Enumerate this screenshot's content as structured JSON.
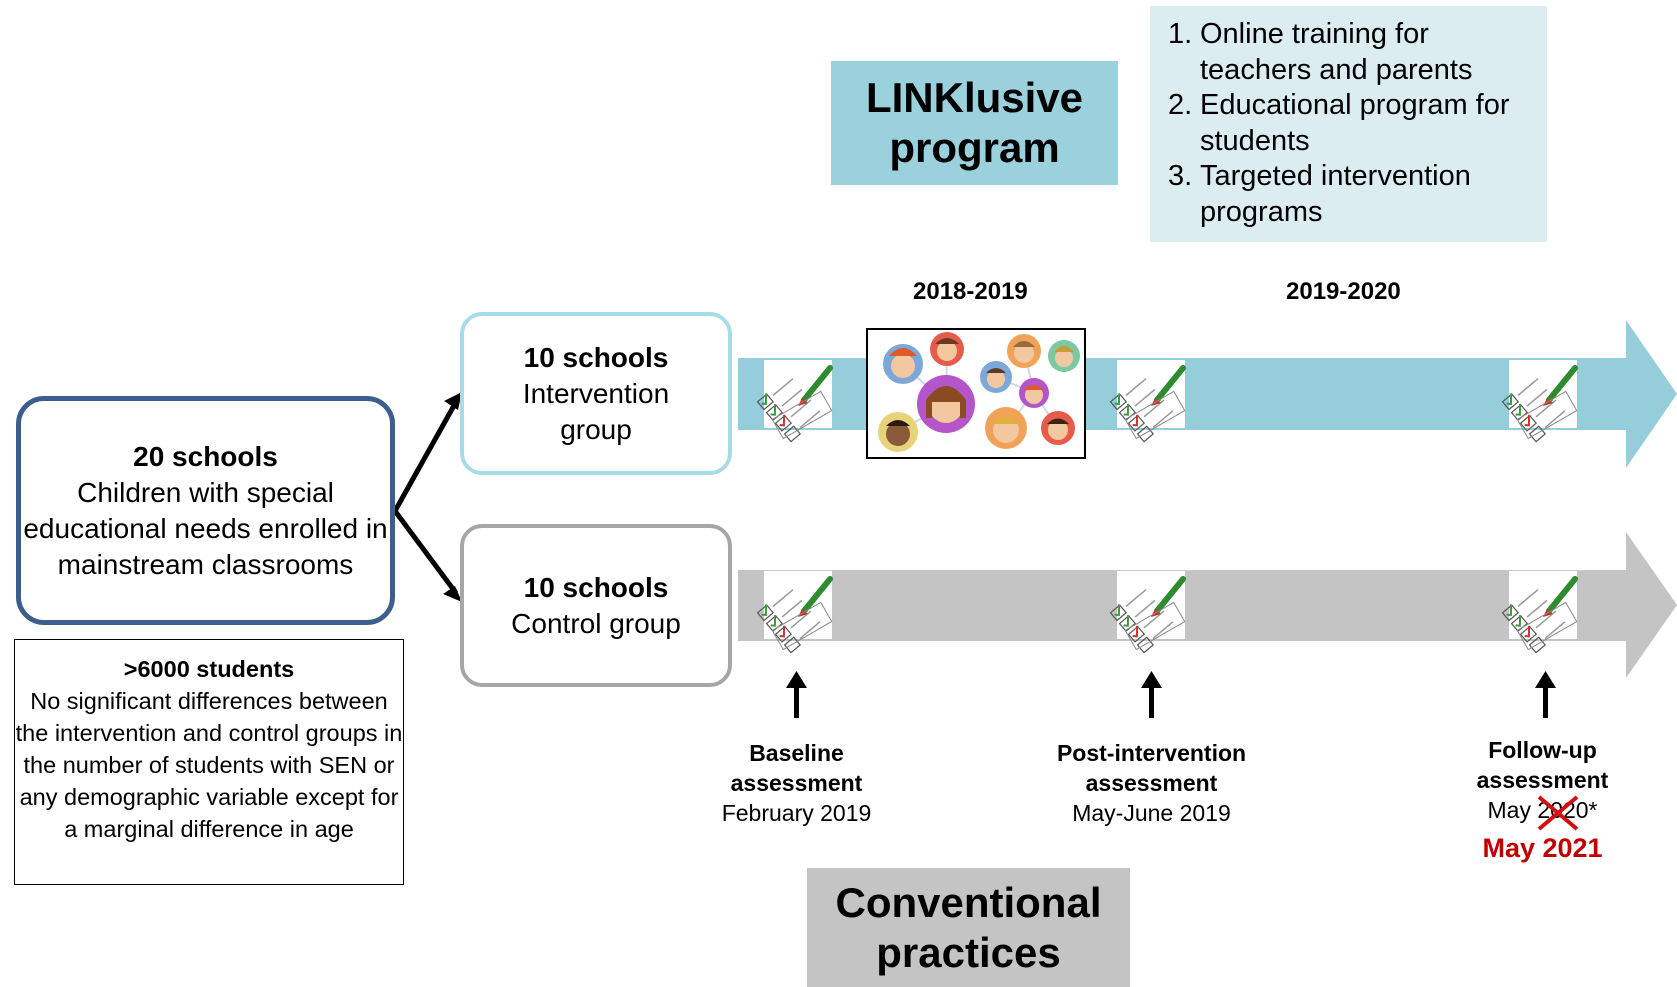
{
  "program": {
    "title": "LINKlusive program",
    "components": [
      {
        "num": "1.",
        "text": "Online training for teachers and parents"
      },
      {
        "num": "2.",
        "text": "Educational program for students"
      },
      {
        "num": "3.",
        "text": "Targeted intervention programs"
      }
    ]
  },
  "years": [
    "2018-2019",
    "2019-2020"
  ],
  "population": {
    "count": "20 schools",
    "description": "Children with special educational needs enrolled in mainstream classrooms"
  },
  "students": {
    "count": ">6000 students",
    "note": "No significant differences between the intervention and control groups in the number of students with SEN or any demographic variable except for a marginal difference in age"
  },
  "groups": {
    "intervention": {
      "count": "10 schools",
      "label": "Intervention group"
    },
    "control": {
      "count": "10 schools",
      "label": "Control group"
    }
  },
  "assessments": [
    {
      "title": "Baseline assessment",
      "date": "February 2019"
    },
    {
      "title": "Post-intervention assessment",
      "date": "May-June 2019"
    },
    {
      "title": "Follow-up assessment",
      "date_prefix": "May ",
      "date_struck": "2020",
      "date_suffix": "*",
      "revised_date": "May 2021"
    }
  ],
  "comparison": {
    "title": "Conventional practices"
  },
  "colors": {
    "intervention_arrow": "#95cddb",
    "control_arrow": "#c4c4c4",
    "linklusive_bg": "#9bd0dd",
    "components_bg": "#dcedf2",
    "overall_border": "#3b5e8c",
    "revised_date": "#c00000"
  },
  "icons": [
    "checklist-pencil-icon",
    "children-group-illustration",
    "up-arrow-icon",
    "cross-out-mark"
  ]
}
